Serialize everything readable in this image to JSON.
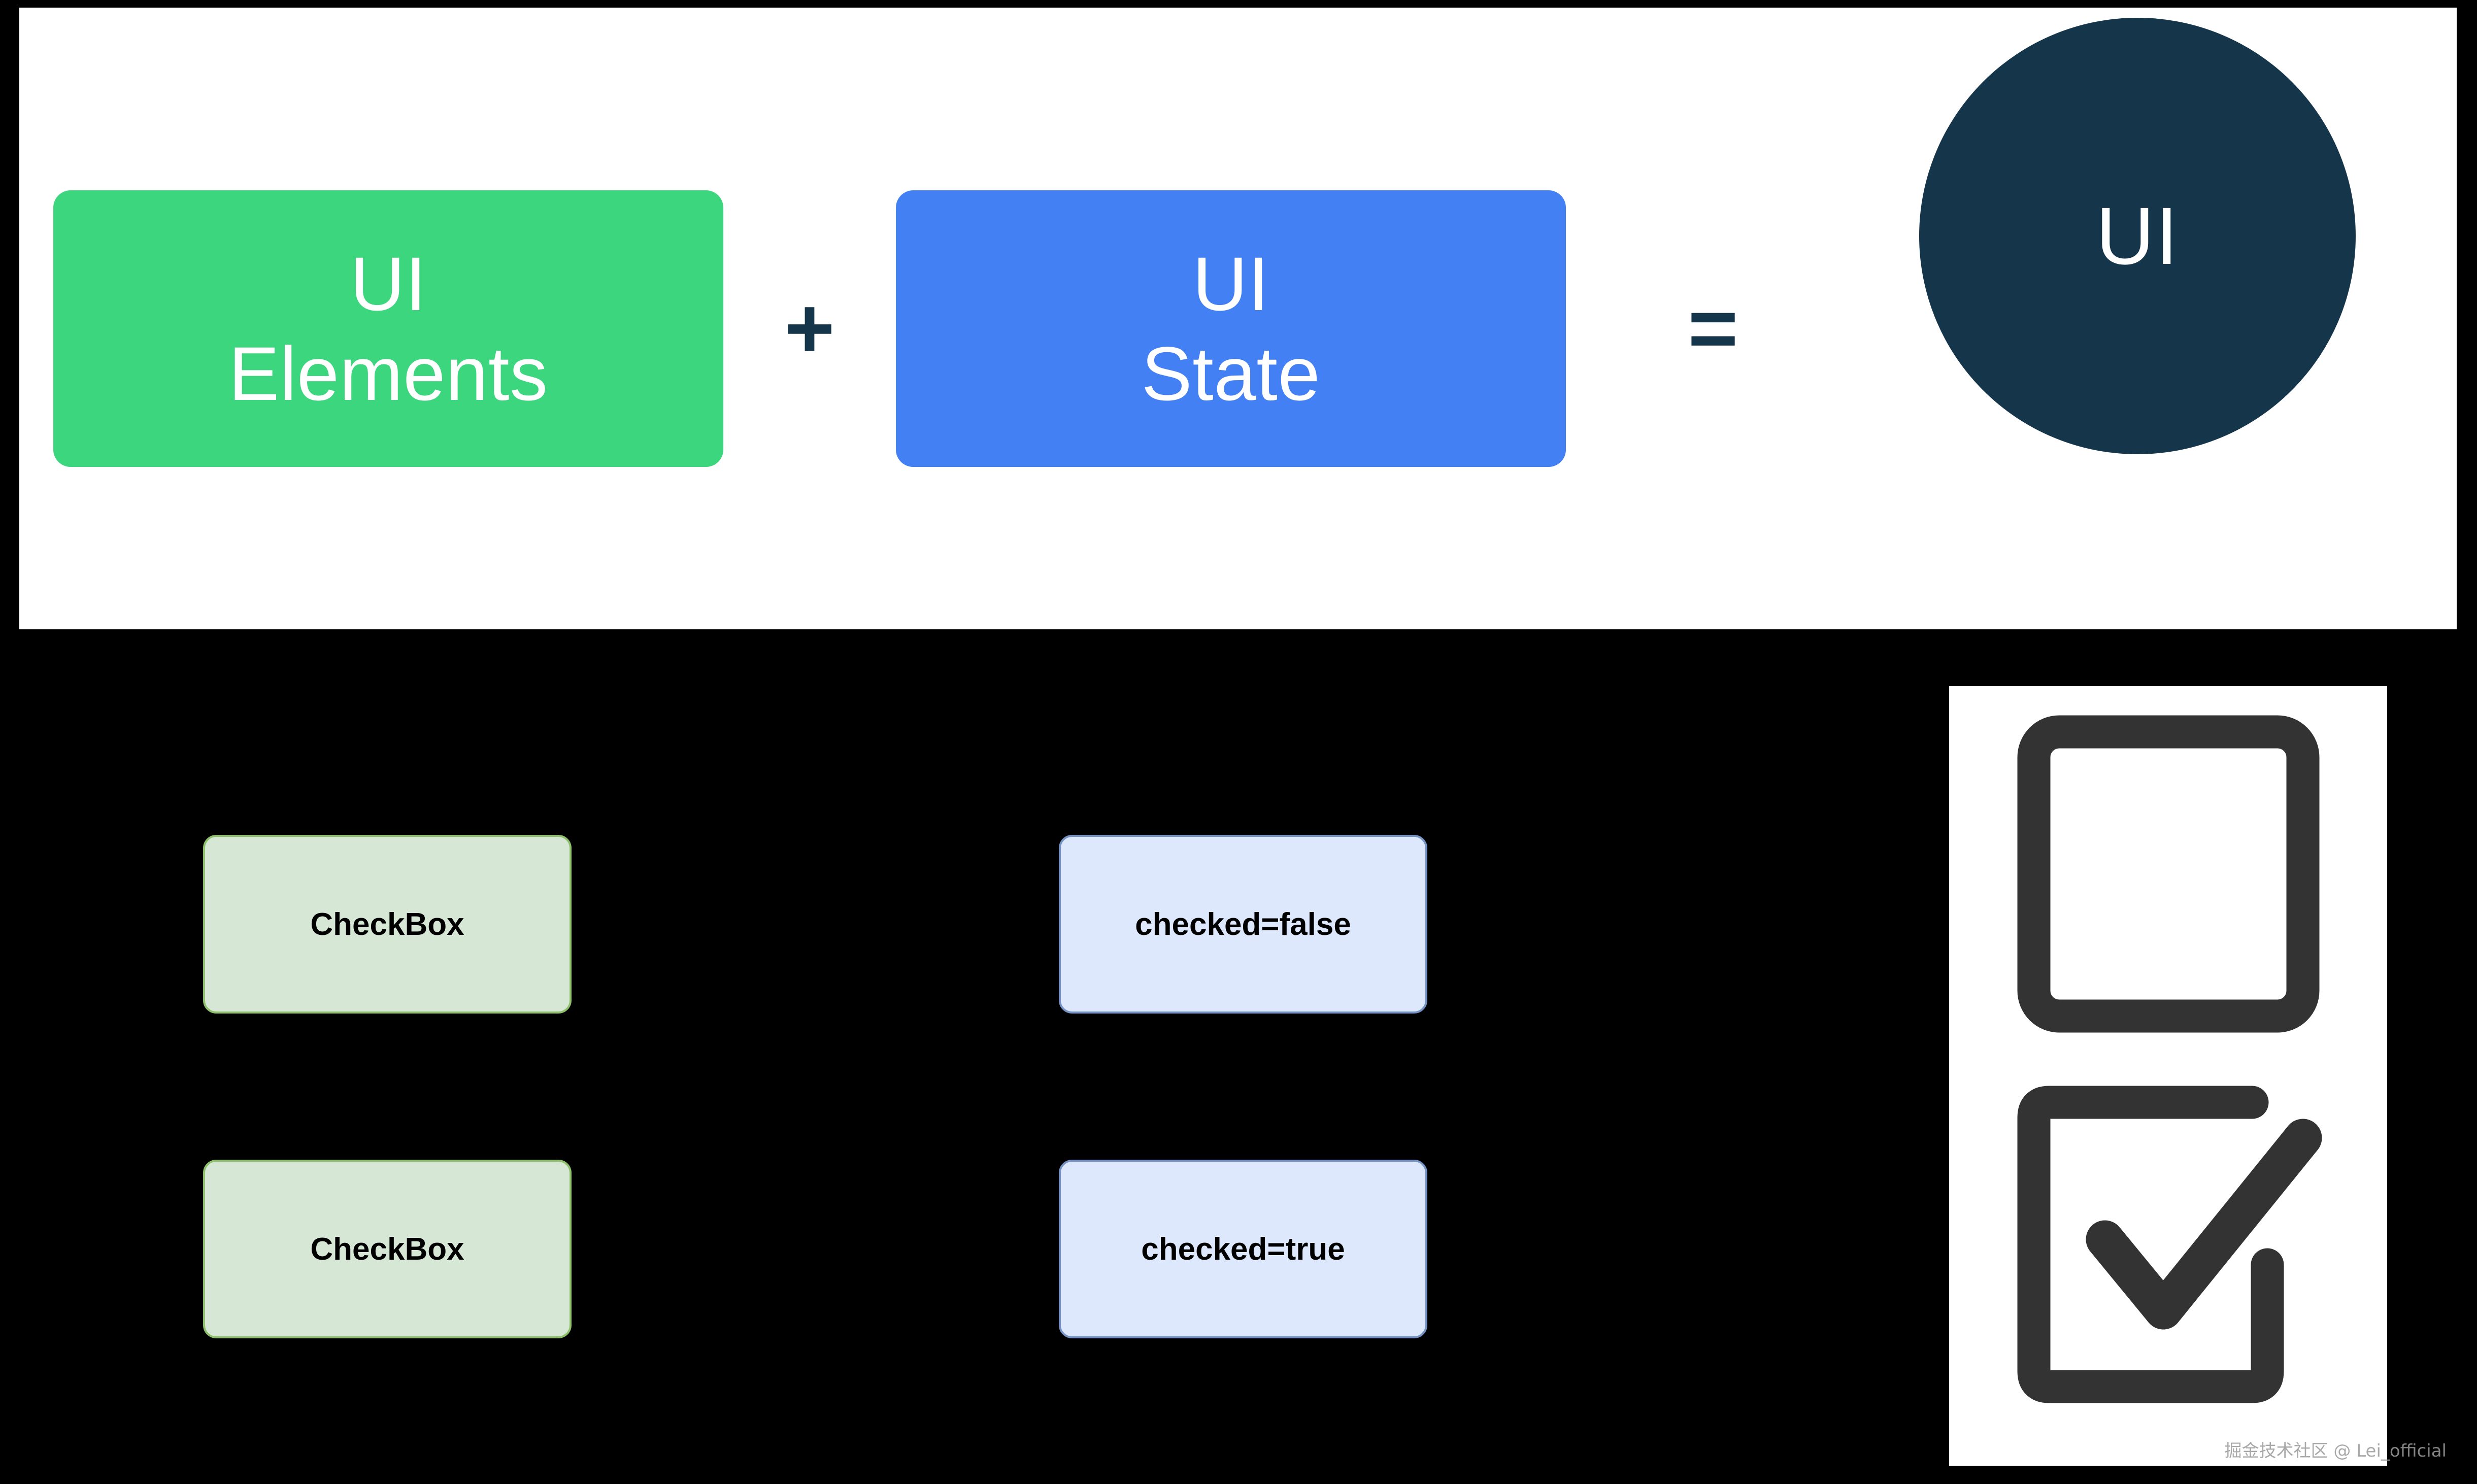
{
  "formula": {
    "left_box": {
      "line1": "UI",
      "line2": "Elements",
      "color": "#3cd67e"
    },
    "plus_sign": "+",
    "right_box": {
      "line1": "UI",
      "line2": "State",
      "color": "#4280f4"
    },
    "equals_sign": "=",
    "result": {
      "label": "UI",
      "color": "#14354a"
    }
  },
  "mapping": {
    "rows": [
      {
        "element_label": "CheckBox",
        "state_label": "checked=false"
      },
      {
        "element_label": "CheckBox",
        "state_label": "checked=true"
      }
    ],
    "element_fill": "#d6e8d5",
    "element_border": "#8ec06c",
    "state_fill": "#dde8fc",
    "state_border": "#7492c4"
  },
  "preview": {
    "icons": [
      {
        "name": "checkbox-unchecked-icon",
        "state": "unchecked"
      },
      {
        "name": "checkbox-checked-icon",
        "state": "checked"
      }
    ],
    "icon_color": "#333333",
    "panel_background": "#ffffff"
  },
  "watermark": {
    "text": "掘金技术社区 @ Lei_official"
  },
  "canvas": {
    "background": "#000000"
  }
}
